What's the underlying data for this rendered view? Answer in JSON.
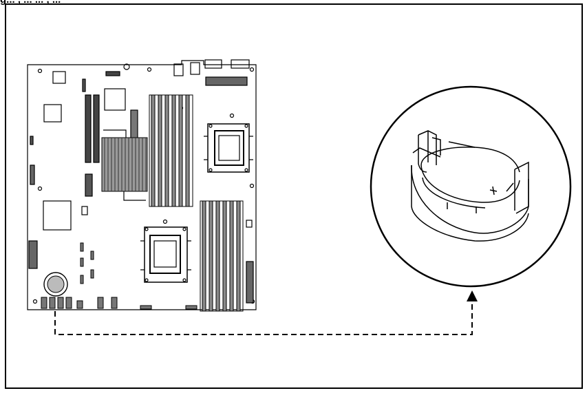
{
  "figure": {
    "caption_visible": "g... , ...  ... , ..."
  },
  "colors": {
    "line": "#000000",
    "background": "#ffffff",
    "component_fill": "#7a7a7a"
  },
  "diagram": {
    "left_panel": "motherboard-top-view",
    "right_panel": "battery-holder-detail",
    "connector": "dashed-callout-arrow"
  }
}
